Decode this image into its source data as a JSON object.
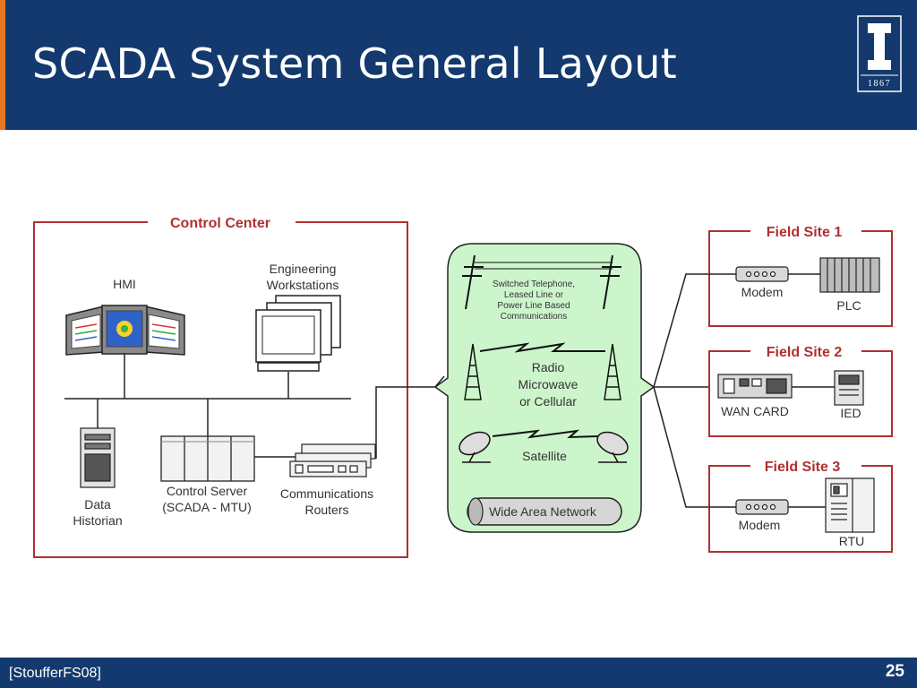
{
  "slide": {
    "title": "SCADA System General Layout",
    "citation": "[StoufferFS08]",
    "page_number": "25",
    "logo_year": "1867",
    "logo_icon": "block-i-logo-icon"
  },
  "colors": {
    "header_bg": "#13396e",
    "accent": "#e87722",
    "frame_red": "#b03030",
    "wan_green": "#ccf5cc"
  },
  "diagram": {
    "control_center": {
      "title": "Control Center",
      "hmi": "HMI",
      "engineering_line1": "Engineering",
      "engineering_line2": "Workstations",
      "data_line1": "Data",
      "data_line2": "Historian",
      "control_line1": "Control Server",
      "control_line2": "(SCADA - MTU)",
      "routers_line1": "Communications",
      "routers_line2": "Routers"
    },
    "wan": {
      "telephone_line1": "Switched Telephone,",
      "telephone_line2": "Leased Line or",
      "telephone_line3": "Power Line Based",
      "telephone_line4": "Communications",
      "radio_line1": "Radio",
      "radio_line2": "Microwave",
      "radio_line3": "or Cellular",
      "satellite": "Satellite",
      "network": "Wide Area Network"
    },
    "field_sites": [
      {
        "title": "Field Site 1",
        "left_label": "Modem",
        "right_label": "PLC"
      },
      {
        "title": "Field Site 2",
        "left_label": "WAN CARD",
        "right_label": "IED"
      },
      {
        "title": "Field Site 3",
        "left_label": "Modem",
        "right_label": "RTU"
      }
    ]
  }
}
